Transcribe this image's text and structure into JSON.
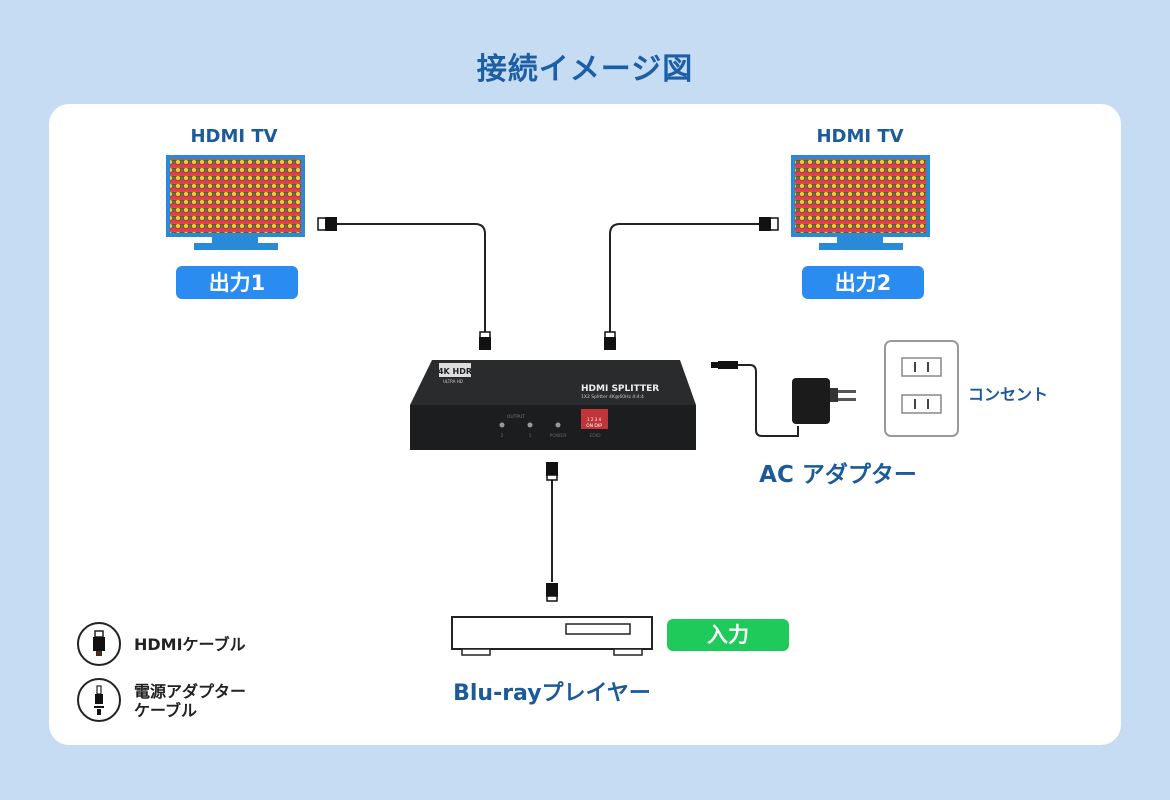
{
  "title": "接続イメージ図",
  "tv_left": {
    "label": "HDMI TV",
    "badge": "出力1"
  },
  "tv_right": {
    "label": "HDMI TV",
    "badge": "出力2"
  },
  "splitter": {
    "name": "HDMI SPLITTER",
    "subtitle": "1X2 Splitter 4K@60Hz 4:4:4",
    "logo": "4K HDR",
    "logo_sub": "ULTRA HD",
    "output_label": "OUTPUT",
    "led_labels": [
      "2",
      "1",
      "POWER"
    ],
    "dip_label": "ON DIP",
    "dip_numbers": "1 2 3 4",
    "edid_label": "EDID"
  },
  "adapter": {
    "label": "AC アダプター"
  },
  "outlet": {
    "label": "コンセント"
  },
  "source": {
    "label": "Blu-rayプレイヤー",
    "badge": "入力"
  },
  "legend": {
    "hdmi": "HDMIケーブル",
    "power_line1": "電源アダプター",
    "power_line2": "ケーブル"
  },
  "colors": {
    "background": "#c5dcf3",
    "badge_blue": "#2a8cf0",
    "badge_green": "#1ecb5a",
    "label_blue": "#1c5a99"
  }
}
